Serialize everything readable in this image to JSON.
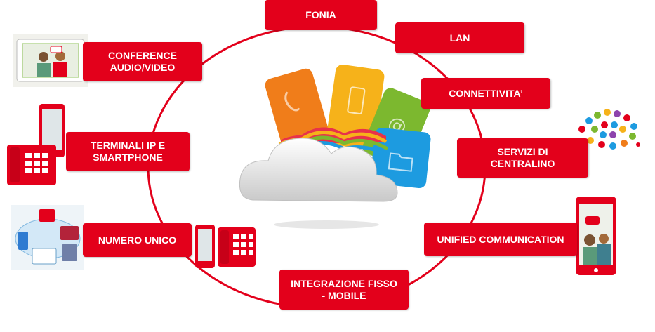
{
  "nodes": {
    "fonia": "FONIA",
    "lan": "LAN",
    "connettivita": "CONNETTIVITA’",
    "servizi_centralino": "SERVIZI DI\nCENTRALINO",
    "unified_communication": "UNIFIED COMMUNICATION",
    "integrazione": "INTEGRAZIONE FISSO\n- MOBILE",
    "numero_unico": "NUMERO UNICO",
    "terminali": "TERMINALI IP E\nSMARTPHONE",
    "conference": "CONFERENCE\nAUDIO/VIDEO"
  },
  "colors": {
    "accent": "#e3001b",
    "ring": "#e3001b",
    "card_orange": "#f07d1a",
    "card_yellow": "#f6b21a",
    "card_green": "#7cb82f",
    "card_blue": "#1d9be0",
    "cloud": "#d8d8d8"
  },
  "icons": {
    "conference": "video-conference-tablet-icon",
    "terminali": "ip-phone-smartphone-icon",
    "numero_unico": "cloud-devices-icon",
    "integrazione": "phone-and-mobile-icon",
    "unified": "smartphone-video-call-icon",
    "servizi": "app-cloud-icon",
    "center": "cloud-apps-icon"
  }
}
